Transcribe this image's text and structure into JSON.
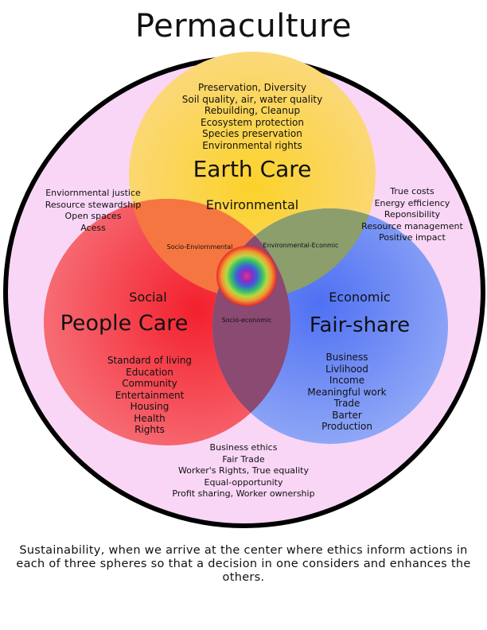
{
  "title": "Permaculture",
  "colors": {
    "outer_circle_fill": "#f9d6f6",
    "outer_circle_stroke": "#000000",
    "earth_care": "#fbd45c",
    "people_care": "#f5434d",
    "fair_share": "#6f8ef5",
    "socio_environmental_overlap": "#f57640",
    "environmental_economic_overlap": "#8c9e6c",
    "socio_economic_overlap": "#8a4a72"
  },
  "earth_care": {
    "title": "Earth Care",
    "subtitle": "Environmental",
    "items": [
      "Preservation, Diversity",
      "Soil quality, air, water quality",
      "Rebuilding, Cleanup",
      "Ecosystem protection",
      "Species preservation",
      "Environmental rights"
    ]
  },
  "people_care": {
    "title": "People Care",
    "subtitle": "Social",
    "items": [
      "Standard of living",
      "Education",
      "Community",
      "Entertainment",
      "Housing",
      "Health",
      "Rights"
    ]
  },
  "fair_share": {
    "title": "Fair-share",
    "subtitle": "Economic",
    "items": [
      "Business",
      "Livlihood",
      "Income",
      "Meaningful work",
      "Trade",
      "Barter",
      "Production"
    ]
  },
  "overlaps": {
    "socio_environmental": "Socio-Enviornmental",
    "environmental_economic": "Environmental-Econmic",
    "socio_economic": "Socio-economic"
  },
  "outer_notes": {
    "socio_environmental": [
      "Enviornmental justice",
      "Resource stewardship",
      "Open spaces",
      "Acess"
    ],
    "environmental_economic": [
      "True costs",
      "Energy efficiency",
      "Reponsibility",
      "Resource management",
      "Positive impact"
    ],
    "socio_economic": [
      "Business ethics",
      "Fair Trade",
      "Worker's Rights, True equality",
      "Equal-opportunity",
      "Profit sharing, Worker ownership"
    ]
  },
  "caption": "Sustainability,  when we arrive at the center where ethics inform actions in each of three spheres so that a decision in one considers and enhances the others."
}
